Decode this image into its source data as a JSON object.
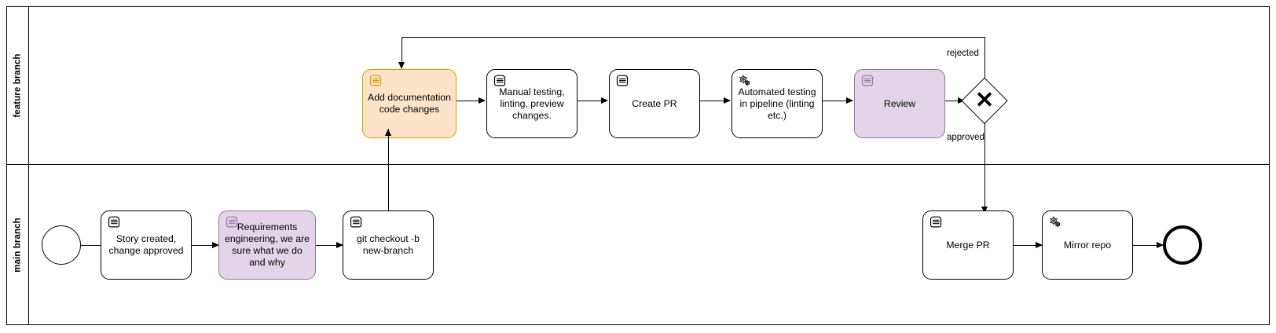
{
  "diagram": {
    "type": "bpmn-process",
    "title": "",
    "colors": {
      "orange_fill": "#fde3c8",
      "orange_stroke": "#d79b00",
      "purple_fill": "#e1d5e7",
      "purple_stroke": "#9673a6",
      "default_fill": "#ffffff",
      "default_stroke": "#000000"
    }
  },
  "lanes": [
    {
      "id": "feature",
      "label": "feature branch"
    },
    {
      "id": "main",
      "label": "main branch"
    }
  ],
  "events": {
    "start": {
      "name": "start-event",
      "label": ""
    },
    "end": {
      "name": "end-event",
      "label": ""
    }
  },
  "gateway": {
    "type": "exclusive",
    "symbol": "✕",
    "label_top": "rejected",
    "label_bottom": "approved"
  },
  "tasks": {
    "add_docs": {
      "label": "Add documentation code changes",
      "icon": "manual-task-icon",
      "lane": "feature",
      "style": "orange"
    },
    "manual_test": {
      "label": "Manual testing, linting, preview changes.",
      "icon": "manual-task-icon",
      "lane": "feature",
      "style": "default"
    },
    "create_pr": {
      "label": "Create PR",
      "icon": "manual-task-icon",
      "lane": "feature",
      "style": "default"
    },
    "auto_test": {
      "label": "Automated testing in pipeline (linting etc.)",
      "icon": "service-task-icon",
      "lane": "feature",
      "style": "default"
    },
    "review": {
      "label": "Review",
      "icon": "manual-task-icon",
      "lane": "feature",
      "style": "purple"
    },
    "story_created": {
      "label": "Story created, change approved",
      "icon": "manual-task-icon",
      "lane": "main",
      "style": "default"
    },
    "requirements": {
      "label": "Requirements engineering, we are sure what we do and why",
      "icon": "manual-task-icon",
      "lane": "main",
      "style": "purple"
    },
    "git_checkout": {
      "label": "git checkout -b new-branch",
      "icon": "manual-task-icon",
      "lane": "main",
      "style": "default"
    },
    "merge_pr": {
      "label": "Merge PR",
      "icon": "manual-task-icon",
      "lane": "main",
      "style": "default"
    },
    "mirror_repo": {
      "label": "Mirror repo",
      "icon": "service-task-icon",
      "lane": "main",
      "style": "default"
    }
  }
}
